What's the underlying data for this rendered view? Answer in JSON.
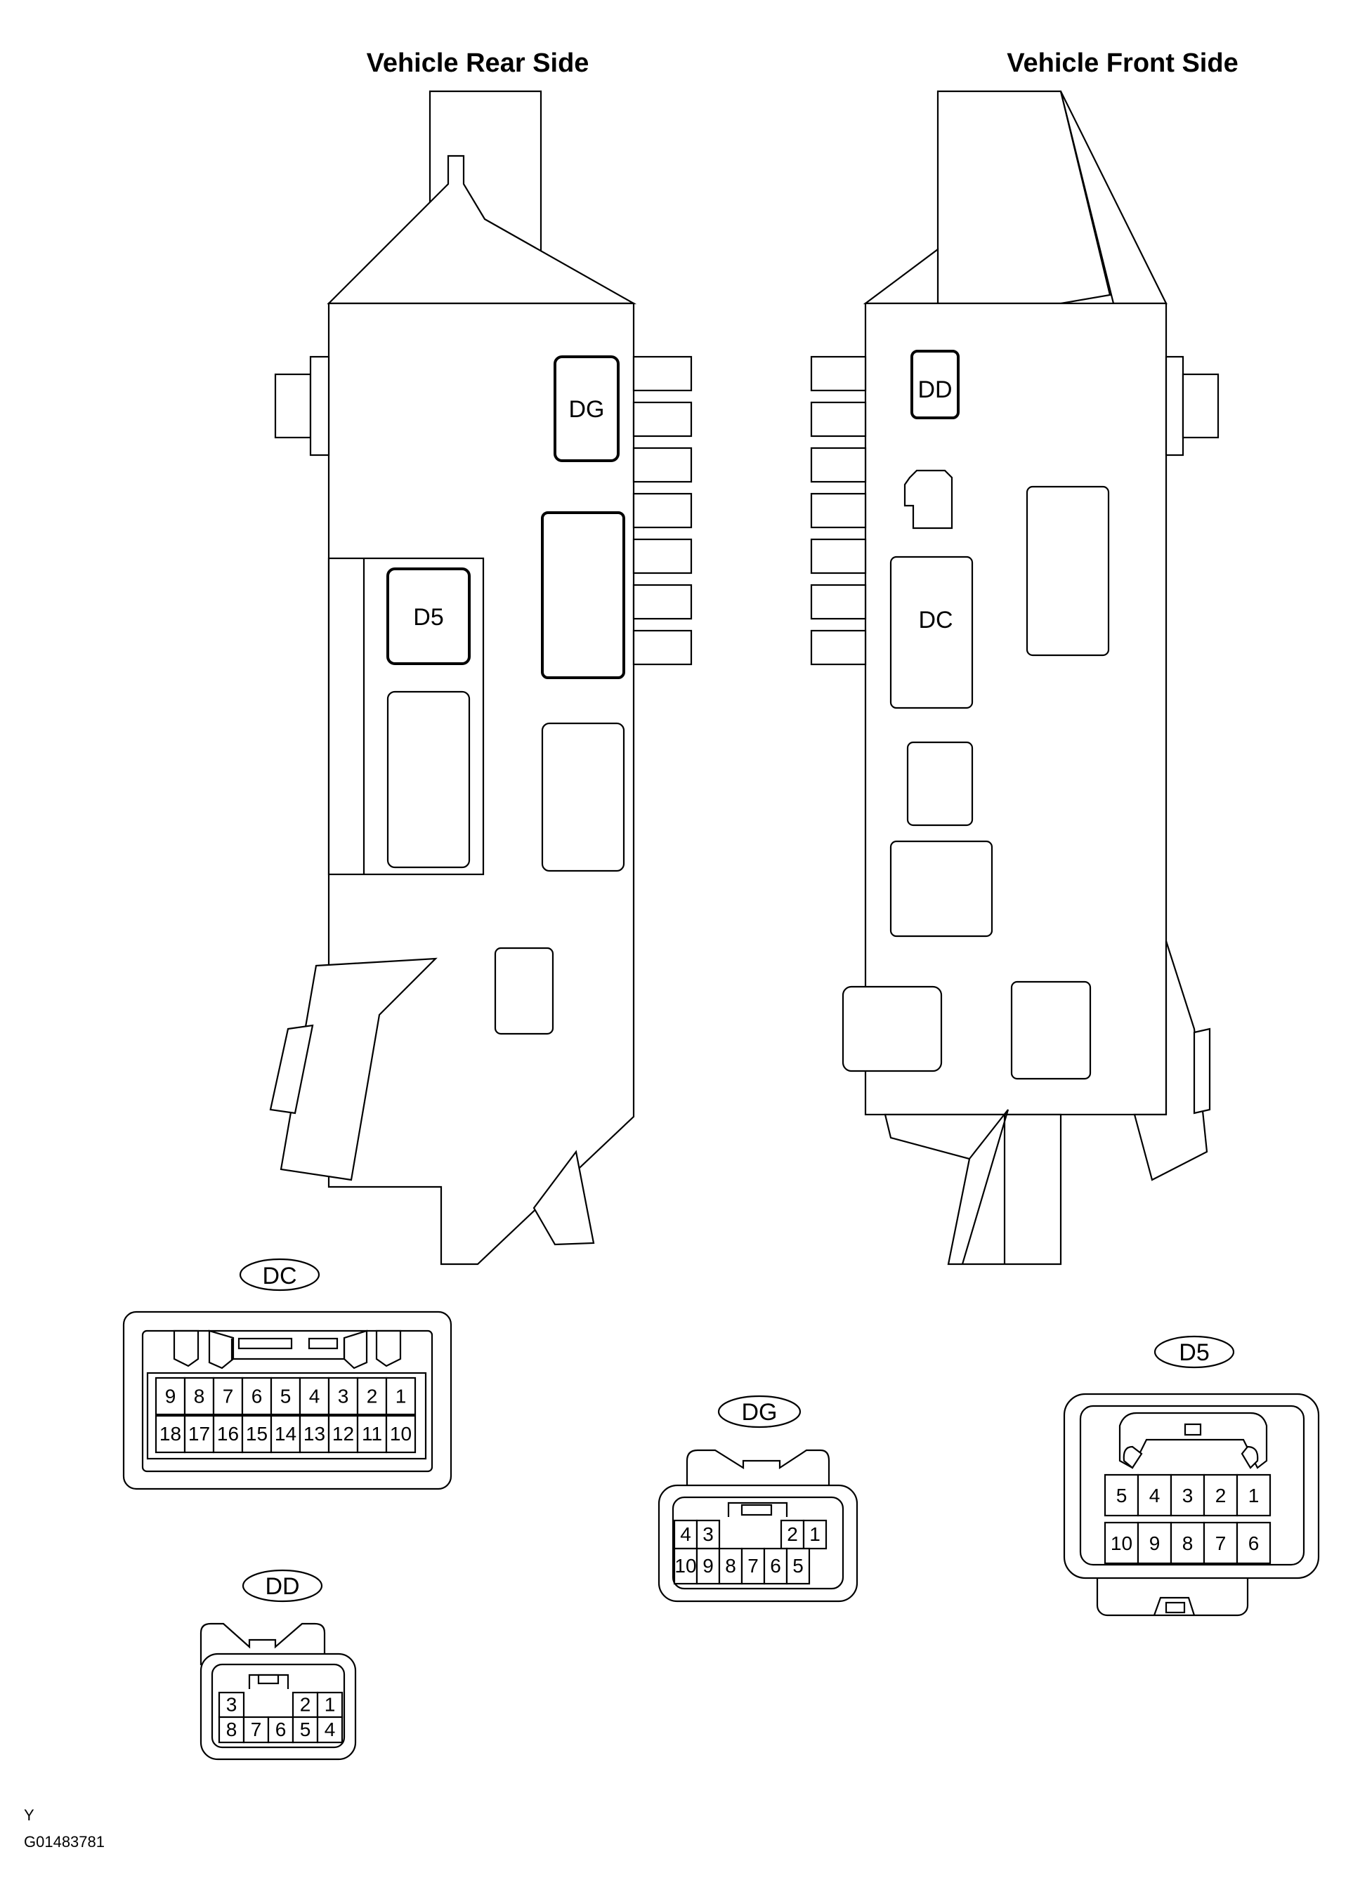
{
  "views": {
    "rear_title": "Vehicle Rear Side",
    "front_title": "Vehicle Front Side"
  },
  "body_labels": {
    "rear_dg": "DG",
    "rear_d5": "D5",
    "front_dd": "DD",
    "front_dc": "DC"
  },
  "connectors": {
    "dc": {
      "name": "DC",
      "top_row": [
        "9",
        "8",
        "7",
        "6",
        "5",
        "4",
        "3",
        "2",
        "1"
      ],
      "bottom_row": [
        "18",
        "17",
        "16",
        "15",
        "14",
        "13",
        "12",
        "11",
        "10"
      ]
    },
    "dg": {
      "name": "DG",
      "top_left": [
        "4",
        "3"
      ],
      "top_right": [
        "2",
        "1"
      ],
      "bottom_row": [
        "10",
        "9",
        "8",
        "7",
        "6",
        "5"
      ]
    },
    "dd": {
      "name": "DD",
      "top_left": [
        "3"
      ],
      "top_right": [
        "2",
        "1"
      ],
      "bottom_row": [
        "8",
        "7",
        "6",
        "5",
        "4"
      ]
    },
    "d5": {
      "name": "D5",
      "top_row": [
        "5",
        "4",
        "3",
        "2",
        "1"
      ],
      "bottom_row": [
        "10",
        "9",
        "8",
        "7",
        "6"
      ]
    }
  },
  "footer": {
    "corner_mark": "Y",
    "figure_code": "G01483781"
  }
}
